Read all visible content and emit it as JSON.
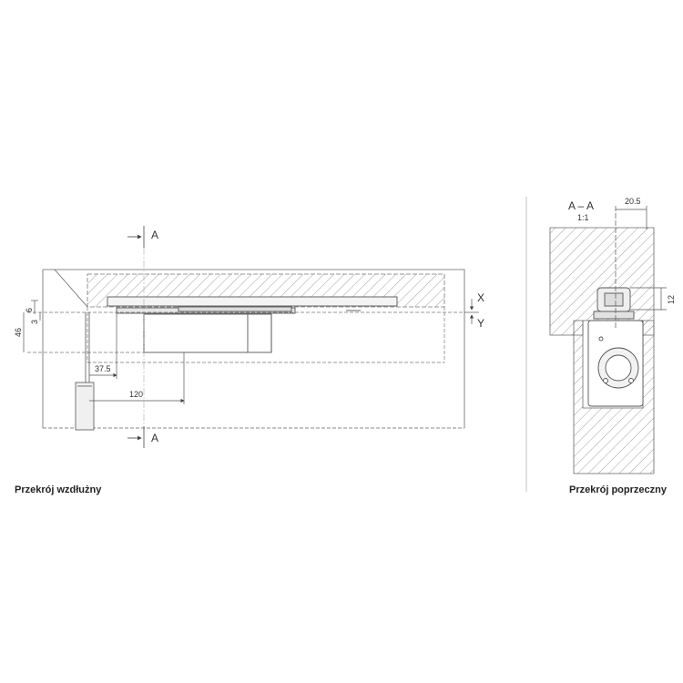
{
  "longitudinal": {
    "caption": "Przekrój wzdłużny",
    "section_marker_top": "A",
    "section_marker_bottom": "A",
    "dim_6": "6",
    "dim_3": "3",
    "dim_46": "46",
    "dim_37_5": "37.5",
    "dim_120": "120",
    "label_x": "X",
    "label_y": "Y"
  },
  "cross": {
    "caption": "Przekrój poprzeczny",
    "title": "A – A",
    "scale": "1:1",
    "dim_20_5": "20.5",
    "dim_12": "12"
  },
  "colors": {
    "line": "#555555",
    "hatch": "#888888",
    "part_fill": "#e6e6e6",
    "background": "#ffffff"
  }
}
